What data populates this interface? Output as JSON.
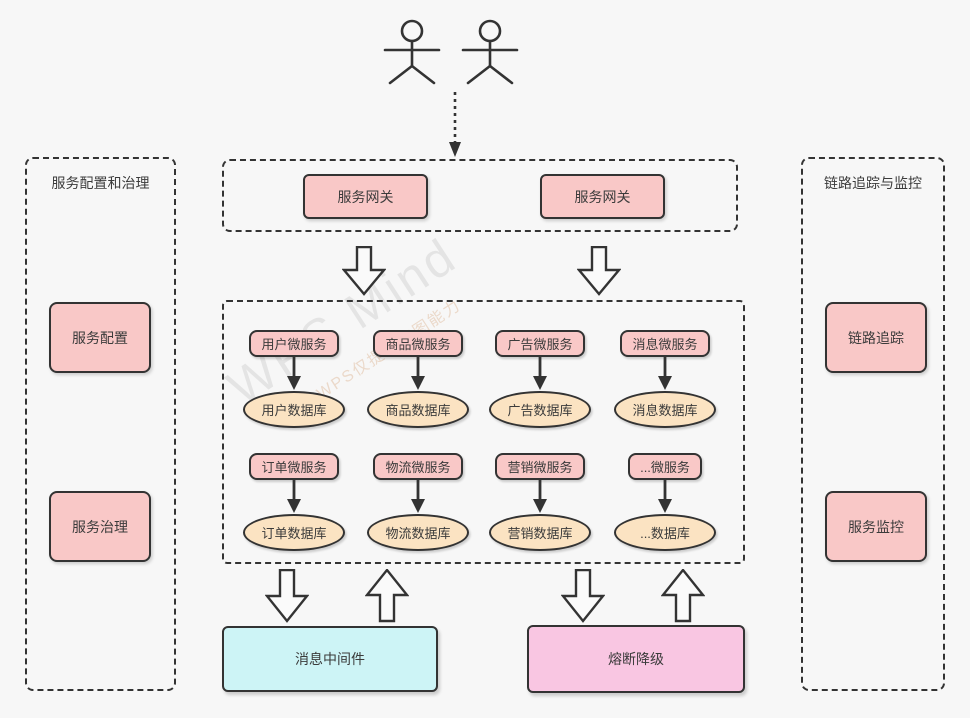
{
  "watermark": {
    "line1": "WPS Mind",
    "line2": "WPS仅提供作图能力"
  },
  "actors": {
    "description": "two-user-stick-figures",
    "count": 2
  },
  "gateway_panel": {
    "boxes": [
      {
        "label": "服务网关"
      },
      {
        "label": "服务网关"
      }
    ]
  },
  "left_panel": {
    "title": "服务配置和治理",
    "boxes": [
      {
        "label": "服务配置"
      },
      {
        "label": "服务治理"
      }
    ]
  },
  "right_panel": {
    "title": "链路追踪与监控",
    "boxes": [
      {
        "label": "链路追踪"
      },
      {
        "label": "服务监控"
      }
    ]
  },
  "services_panel": {
    "rows": [
      [
        {
          "service": "用户微服务",
          "db": "用户数据库"
        },
        {
          "service": "商品微服务",
          "db": "商品数据库"
        },
        {
          "service": "广告微服务",
          "db": "广告数据库"
        },
        {
          "service": "消息微服务",
          "db": "消息数据库"
        }
      ],
      [
        {
          "service": "订单微服务",
          "db": "订单数据库"
        },
        {
          "service": "物流微服务",
          "db": "物流数据库"
        },
        {
          "service": "营销微服务",
          "db": "营销数据库"
        },
        {
          "service": "...微服务",
          "db": "...数据库"
        }
      ]
    ]
  },
  "bottom": {
    "middleware": {
      "label": "消息中间件",
      "color": "#cdf4f6"
    },
    "circuit": {
      "label": "熔断降级",
      "color": "#f9c6e2"
    }
  },
  "colors": {
    "background": "#f7f7f7",
    "node_pink": "#f9c8c7",
    "db_peach": "#fbe3c2",
    "middleware_cyan": "#cdf4f6",
    "circuit_pink": "#f9c6e2",
    "line": "#333333"
  }
}
